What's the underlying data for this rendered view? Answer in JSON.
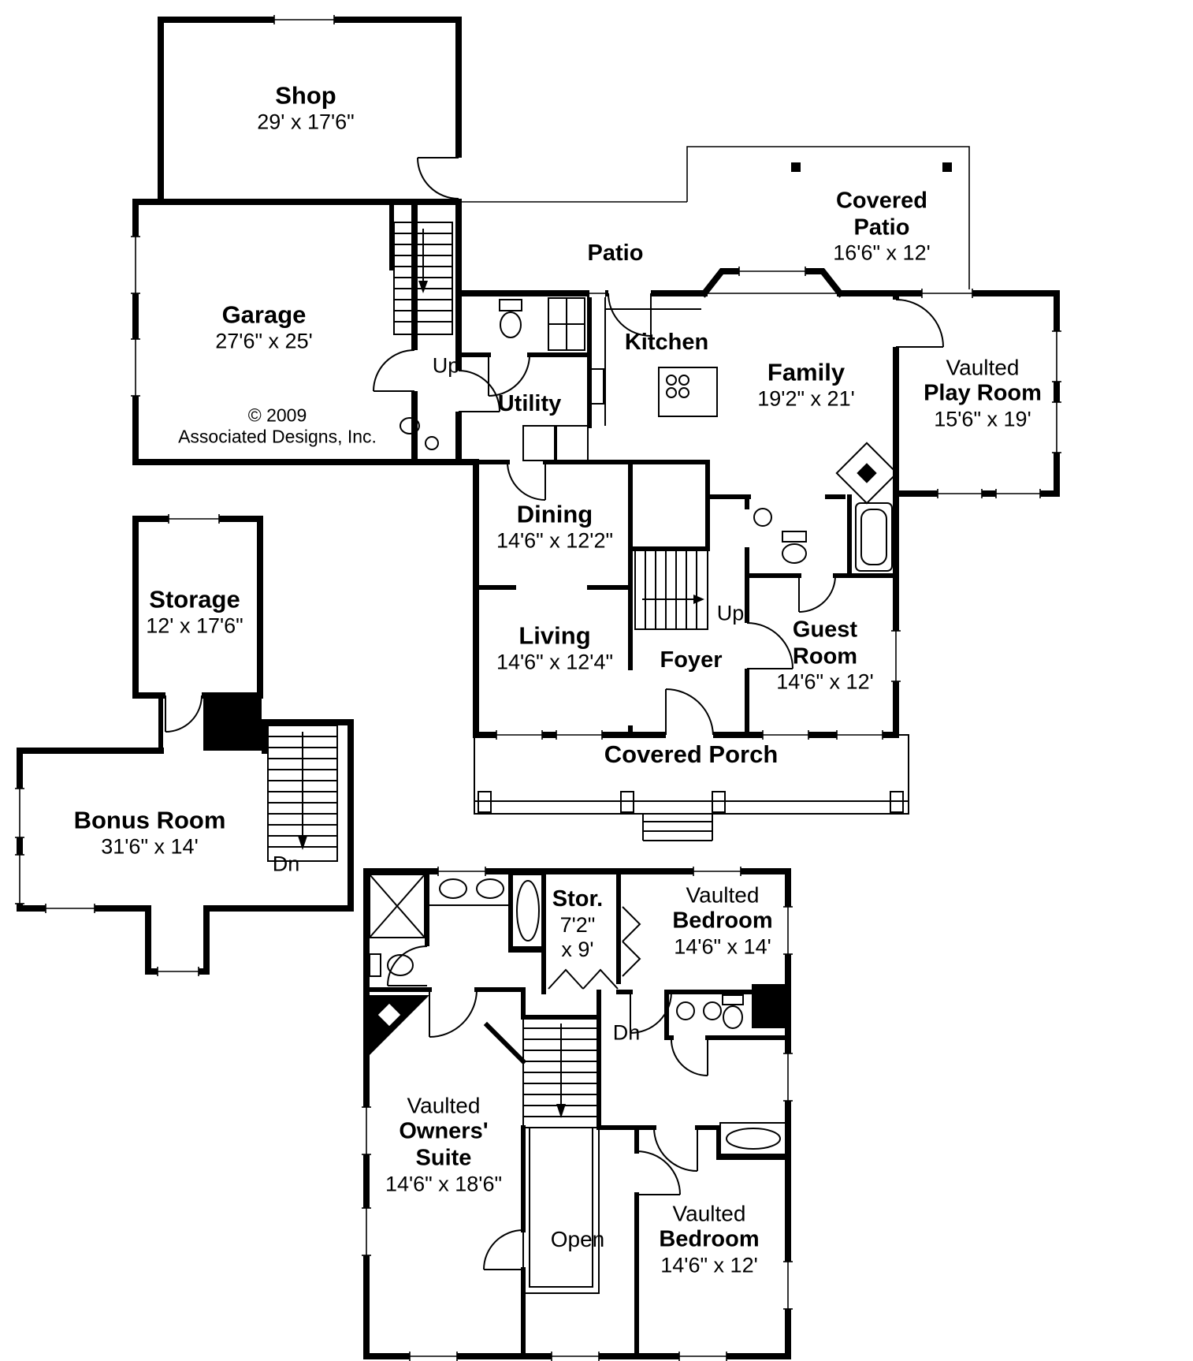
{
  "colors": {
    "wall": "#000000",
    "background": "#ffffff"
  },
  "floor1": {
    "shop": {
      "name": "Shop",
      "dims": "29' x 17'6\""
    },
    "garage": {
      "name": "Garage",
      "dims": "27'6\" x 25'"
    },
    "copyright": {
      "line1": "© 2009",
      "line2": "Associated Designs, Inc."
    },
    "stair_up_garage": "Up",
    "patio": {
      "name": "Patio"
    },
    "covered_patio": {
      "name_line1": "Covered",
      "name_line2": "Patio",
      "dims": "16'6\" x 12'"
    },
    "kitchen": {
      "name": "Kitchen"
    },
    "family": {
      "name": "Family",
      "dims": "19'2\" x 21'"
    },
    "play_room": {
      "prefix": "Vaulted",
      "name": "Play Room",
      "dims": "15'6\" x 19'"
    },
    "utility": {
      "name": "Utility"
    },
    "dining": {
      "name": "Dining",
      "dims": "14'6\" x 12'2\""
    },
    "living": {
      "name": "Living",
      "dims": "14'6\" x 12'4\""
    },
    "stair_up_main": "Up",
    "foyer": {
      "name": "Foyer"
    },
    "guest_room": {
      "name_line1": "Guest",
      "name_line2": "Room",
      "dims": "14'6\" x 12'"
    },
    "covered_porch": {
      "name": "Covered Porch"
    },
    "storage": {
      "name": "Storage",
      "dims": "12' x 17'6\""
    },
    "bonus_room": {
      "name": "Bonus Room",
      "dims": "31'6\" x 14'"
    },
    "stair_dn_bonus": "Dn"
  },
  "floor2": {
    "stor": {
      "name": "Stor.",
      "dims_line1": "7'2\"",
      "dims_line2": "x 9'"
    },
    "bedroom_upper": {
      "prefix": "Vaulted",
      "name": "Bedroom",
      "dims": "14'6\" x 14'"
    },
    "stair_dn": "Dn",
    "owners_suite": {
      "prefix": "Vaulted",
      "name_line1": "Owners'",
      "name_line2": "Suite",
      "dims": "14'6\" x 18'6\""
    },
    "open_area": {
      "name": "Open"
    },
    "bedroom_lower": {
      "prefix": "Vaulted",
      "name": "Bedroom",
      "dims": "14'6\" x 12'"
    }
  }
}
